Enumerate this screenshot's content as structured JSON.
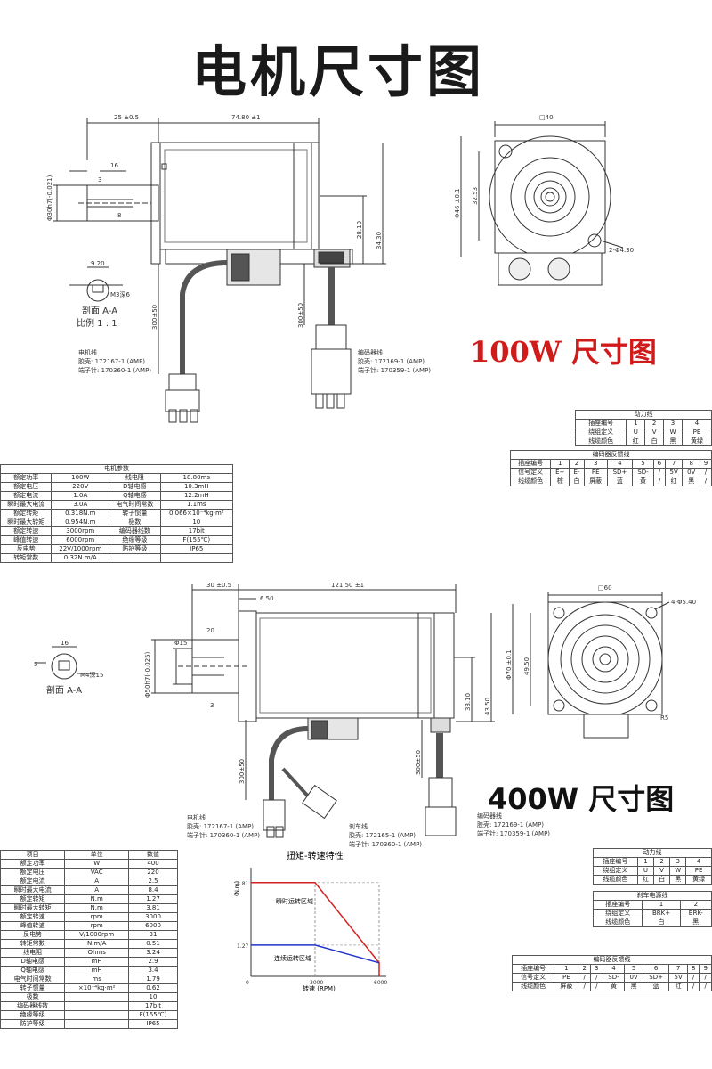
{
  "title": "电机尺寸图",
  "caption_100w": "100W 尺寸图",
  "caption_400w": "400W 尺寸图",
  "motor100": {
    "dim_length": "74.80 ±1",
    "dim_flange": "25 ±0.5",
    "dim_16": "16",
    "dim_3": "3",
    "dim_8": "8",
    "dim_shaft": "Φ30h7(-0.021)",
    "dim_28": "28.10",
    "dim_34": "34.30",
    "dim_cable1": "300±50",
    "dim_cable2": "300±50",
    "square": "□40",
    "pcd": "Φ46 ±0.1",
    "dim_32": "32.53",
    "holes": "2-Φ4.30",
    "section_w": "9.20",
    "section_m": "M3深6",
    "section_label": "剖面 A-A",
    "section_scale": "比例 1 : 1",
    "power_note": [
      "电机线",
      "胶壳: 172167-1 (AMP)",
      "端子针: 170360-1 (AMP)"
    ],
    "enc_note": [
      "编码器线",
      "胶壳: 172169-1 (AMP)",
      "端子针: 170359-1 (AMP)"
    ]
  },
  "motor400": {
    "dim_length": "121.50 ±1",
    "dim_flange": "30 ±0.5",
    "dim_650": "6.50",
    "dim_20": "20",
    "dim_15": "Φ15",
    "dim_shaft": "Φ50h7(-0.025)",
    "dim_3": "3",
    "dim_38": "38.10",
    "dim_43": "43.50",
    "dim_cable1": "300±50",
    "dim_cable2": "300±50",
    "square": "□60",
    "pcd": "Φ70 ±0.1",
    "dim_49": "49.50",
    "holes": "4-Φ5.40",
    "r5": "R5",
    "section_w": "16",
    "section_5": "5",
    "section_m": "M4深15",
    "section_label": "剖面 A-A",
    "power_note": [
      "电机线",
      "胶壳: 172167-1 (AMP)",
      "端子针: 170360-1 (AMP)"
    ],
    "brake_note": [
      "刹车线",
      "胶壳: 172165-1 (AMP)",
      "端子针: 170360-1 (AMP)"
    ],
    "enc_note": [
      "编码器线",
      "胶壳: 172169-1 (AMP)",
      "端子针: 170359-1 (AMP)"
    ]
  },
  "power_table_100": {
    "caption": "动力线",
    "rows": [
      [
        "插座编号",
        "1",
        "2",
        "3",
        "4"
      ],
      [
        "绕组定义",
        "U",
        "V",
        "W",
        "PE"
      ],
      [
        "线缆颜色",
        "红",
        "白",
        "黑",
        "黄绿"
      ]
    ]
  },
  "encoder_table_100": {
    "caption": "编码器反馈线",
    "rows": [
      [
        "插座编号",
        "1",
        "2",
        "3",
        "4",
        "5",
        "6",
        "7",
        "8",
        "9"
      ],
      [
        "信号定义",
        "E+",
        "E-",
        "PE",
        "SD+",
        "SD-",
        "/",
        "5V",
        "0V",
        "/"
      ],
      [
        "线缆颜色",
        "棕",
        "白",
        "屏蔽",
        "蓝",
        "黄",
        "/",
        "红",
        "黑",
        "/"
      ]
    ]
  },
  "motor_params_100": {
    "caption": "电机参数",
    "rows": [
      [
        "额定功率",
        "100W",
        "线电阻",
        "18.80ms"
      ],
      [
        "额定电压",
        "220V",
        "D轴电感",
        "10.3mH"
      ],
      [
        "额定电流",
        "1.0A",
        "Q轴电感",
        "12.2mH"
      ],
      [
        "瞬时最大电流",
        "3.0A",
        "电气时间常数",
        "1.1ms"
      ],
      [
        "额定转矩",
        "0.318N.m",
        "转子惯量",
        "0.066×10⁻⁴kg·m²"
      ],
      [
        "瞬时最大转矩",
        "0.954N.m",
        "极数",
        "10"
      ],
      [
        "额定转速",
        "3000rpm",
        "编码器线数",
        "17bit"
      ],
      [
        "峰值转速",
        "6000rpm",
        "绝缘等级",
        "F(155℃)"
      ],
      [
        "反电势",
        "22V/1000rpm",
        "防护等级",
        "IP65"
      ],
      [
        "转矩常数",
        "0.32N.m/A",
        "",
        ""
      ]
    ]
  },
  "power_table_400": {
    "caption": "动力线",
    "rows": [
      [
        "插座编号",
        "1",
        "2",
        "3",
        "4"
      ],
      [
        "绕组定义",
        "U",
        "V",
        "W",
        "PE"
      ],
      [
        "线缆颜色",
        "红",
        "白",
        "黑",
        "黄绿"
      ]
    ]
  },
  "brake_table_400": {
    "caption": "刹车电源线",
    "rows": [
      [
        "插座编号",
        "1",
        "2"
      ],
      [
        "绕组定义",
        "BRK+",
        "BRK-"
      ],
      [
        "线缆颜色",
        "白",
        "黑"
      ]
    ]
  },
  "encoder_table_400": {
    "caption": "编码器反馈线",
    "rows": [
      [
        "插座编号",
        "1",
        "2",
        "3",
        "4",
        "5",
        "6",
        "7",
        "8",
        "9"
      ],
      [
        "信号定义",
        "PE",
        "/",
        "/",
        "SD-",
        "0V",
        "SD+",
        "5V",
        "/",
        "/"
      ],
      [
        "线缆颜色",
        "屏蔽",
        "/",
        "/",
        "黄",
        "黑",
        "蓝",
        "红",
        "/",
        "/"
      ]
    ]
  },
  "motor_params_400": {
    "header": [
      "项目",
      "单位",
      "数值"
    ],
    "rows": [
      [
        "额定功率",
        "W",
        "400"
      ],
      [
        "额定电压",
        "VAC",
        "220"
      ],
      [
        "额定电流",
        "A",
        "2.5"
      ],
      [
        "瞬时最大电流",
        "A",
        "8.4"
      ],
      [
        "额定转矩",
        "N.m",
        "1.27"
      ],
      [
        "瞬时最大转矩",
        "N.m",
        "3.81"
      ],
      [
        "额定转速",
        "rpm",
        "3000"
      ],
      [
        "峰值转速",
        "rpm",
        "6000"
      ],
      [
        "反电势",
        "V/1000rpm",
        "31"
      ],
      [
        "转矩常数",
        "N.m/A",
        "0.51"
      ],
      [
        "线电阻",
        "Ohms",
        "3.24"
      ],
      [
        "D轴电感",
        "mH",
        "2.9"
      ],
      [
        "Q轴电感",
        "mH",
        "3.4"
      ],
      [
        "电气时间常数",
        "ms",
        "1.79"
      ],
      [
        "转子惯量",
        "×10⁻⁴kg·m²",
        "0.62"
      ],
      [
        "极数",
        "",
        "10"
      ],
      [
        "编码器线数",
        "",
        "17bit"
      ],
      [
        "绝缘等级",
        "",
        "F(155℃)"
      ],
      [
        "防护等级",
        "",
        "IP65"
      ]
    ]
  },
  "torque_chart": {
    "title": "扭矩-转速特性",
    "ylabel": "(N.m)",
    "xlabel": "转速 (RPM)",
    "y_ticks": [
      "3.81",
      "1.27"
    ],
    "x_ticks": [
      "0",
      "3000",
      "6000"
    ],
    "zone_peak": "瞬时运转区域",
    "zone_cont": "连续运转区域",
    "peak_line_color": "#d22222",
    "cont_line_color": "#2233cc"
  }
}
